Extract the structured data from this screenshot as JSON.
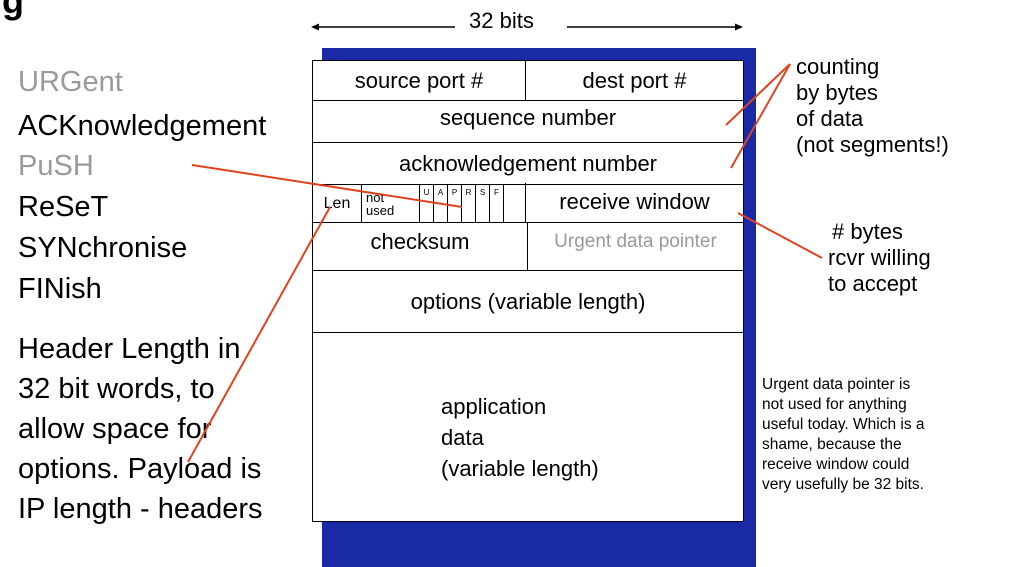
{
  "title_fragment": "g",
  "bits_label": "32 bits",
  "flags_list": [
    {
      "text": "URGent",
      "active": false
    },
    {
      "text": "ACKnowledgement",
      "active": true
    },
    {
      "text": "PuSH",
      "active": false
    },
    {
      "text": "ReSeT",
      "active": true
    },
    {
      "text": "SYNchronise",
      "active": true
    },
    {
      "text": "FINish",
      "active": true
    }
  ],
  "header_length_note": [
    "Header Length in",
    "32 bit words, to",
    "allow space for",
    "options.  Payload is",
    "IP length - headers"
  ],
  "fields": {
    "source_port": "source port #",
    "dest_port": "dest port #",
    "sequence_number": "sequence number",
    "ack_number": "acknowledgement number",
    "len": "Len",
    "not_used": [
      "not",
      "used"
    ],
    "flag_bits": [
      "U",
      "A",
      "P",
      "R",
      "S",
      "F"
    ],
    "receive_window": "receive window",
    "checksum": "checksum",
    "urgent_pointer": "Urgent data pointer",
    "options": "options (variable length)",
    "app_data": [
      "application",
      "data",
      "(variable length)"
    ]
  },
  "annotations": {
    "counting": [
      "counting",
      "by bytes",
      "of data",
      "(not segments!)"
    ],
    "window": [
      "# bytes",
      "rcvr willing",
      "to accept"
    ],
    "urgent_note": [
      "Urgent data pointer is",
      "not used for anything",
      "useful today.  Which is a",
      "shame, because the",
      "receive window could",
      "very usefully be 32 bits."
    ]
  },
  "colors": {
    "frame_shadow": "#1a2aa6",
    "pointer_lines": "#e0431f",
    "inactive_text": "#9a9a9a"
  }
}
